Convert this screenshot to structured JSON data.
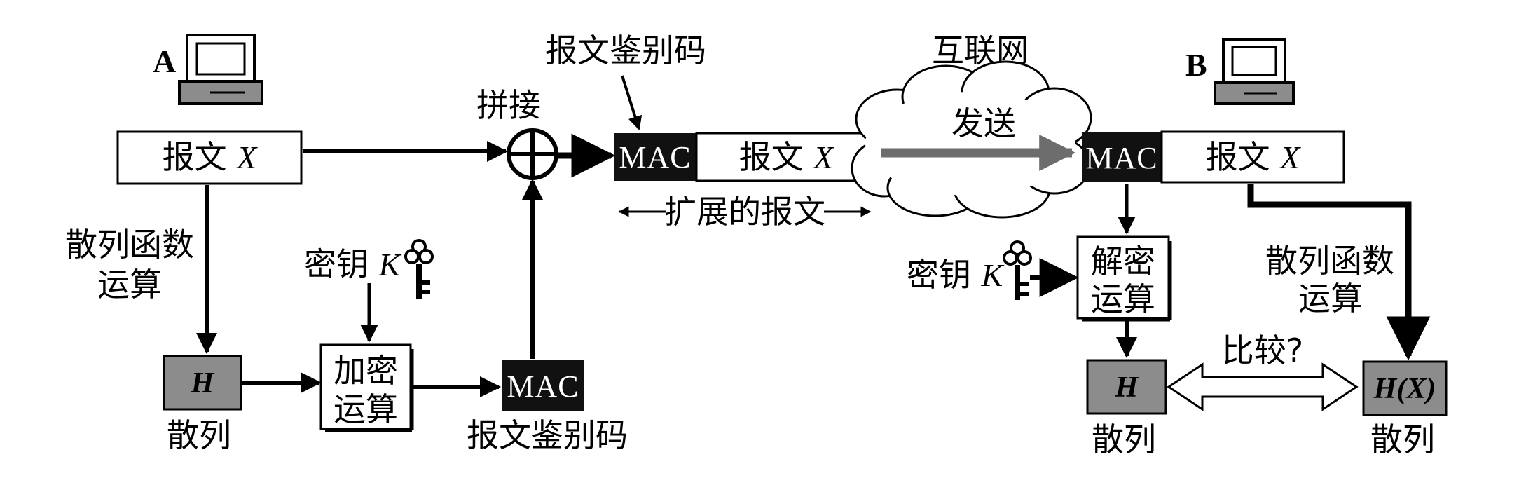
{
  "sender_label": "A",
  "receiver_label": "B",
  "message_text": "报文 ",
  "message_var": "X",
  "hash_function_line1": "散列函数",
  "hash_function_line2": "运算",
  "hash_symbol": "H",
  "hash_caption": "散列",
  "key_text": "密钥 ",
  "key_var": "K",
  "encrypt_line1": "加密",
  "encrypt_line2": "运算",
  "mac_text": "MAC",
  "mac_caption": "报文鉴别码",
  "concat_label": "拼接",
  "mac_pointer_label": "报文鉴别码",
  "extended_message_label": "扩展的报文",
  "internet_label": "互联网",
  "send_label": "发送",
  "decrypt_line1": "解密",
  "decrypt_line2": "运算",
  "compare_label": "比较?",
  "hash_x_symbol": "H(X)",
  "colors": {
    "ink": "#000000",
    "hash_fill": "#8c8c8c",
    "mac_fill": "#111111",
    "send_arrow": "#7a7a7a"
  }
}
